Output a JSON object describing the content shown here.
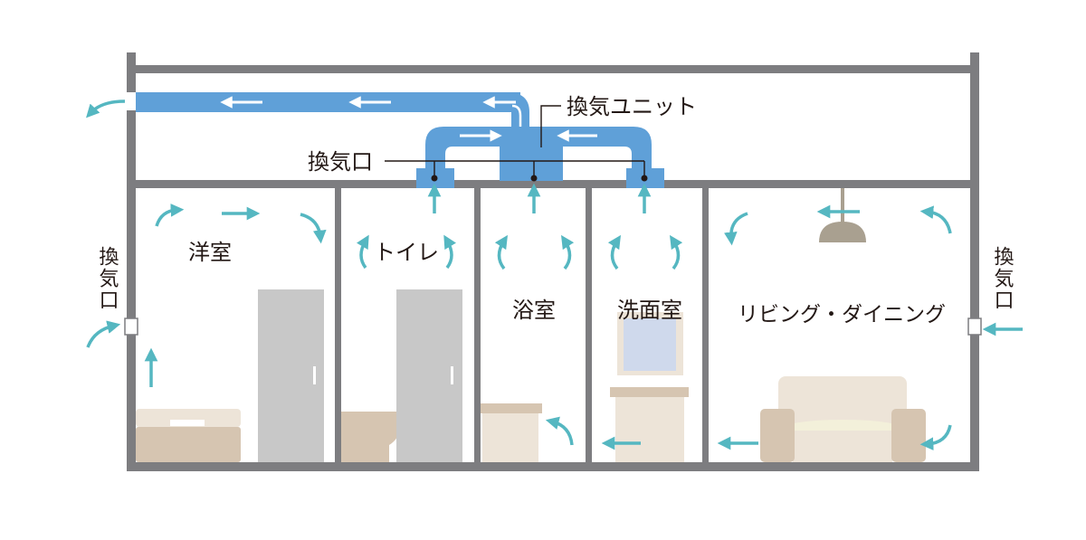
{
  "labels": {
    "unit": "換気ユニット",
    "vent_callout": "換気口",
    "vent_left": "換気口",
    "vent_right": "換気口",
    "rooms": [
      "洋室",
      "トイレ",
      "浴室",
      "洗面室",
      "リビング・ダイニング"
    ]
  },
  "colors": {
    "wall": "#7d7d80",
    "duct": "#5fa0d8",
    "airflow": "#55b7c1",
    "door": "#c8c8c8",
    "furniture_dark": "#d6c5b1",
    "furniture_light": "#ede4d8",
    "mirror": "#cfd9ec",
    "lamp": "#a9a090",
    "arrow_on_duct": "#ffffff"
  }
}
